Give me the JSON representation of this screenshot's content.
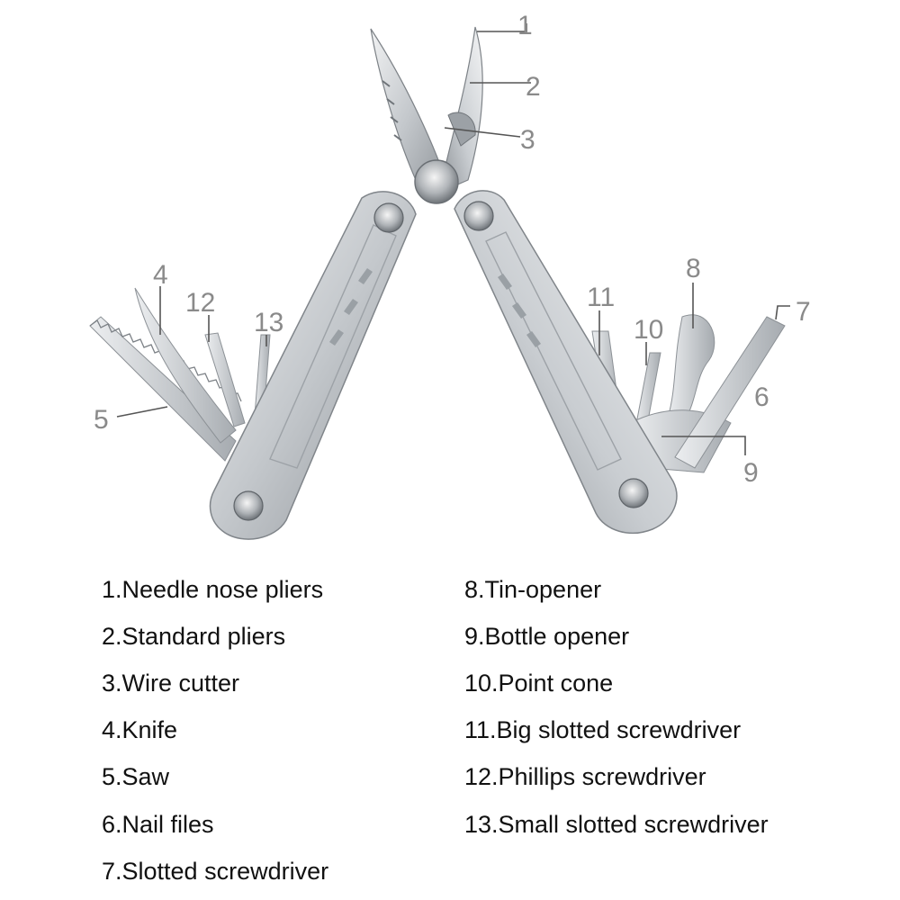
{
  "figure": {
    "callouts": [
      "1",
      "2",
      "3",
      "4",
      "5",
      "6",
      "7",
      "8",
      "9",
      "10",
      "11",
      "12",
      "13"
    ]
  },
  "legend": {
    "left_column": [
      "1.Needle nose pliers",
      "2.Standard pliers",
      "3.Wire cutter",
      "4.Knife",
      "5.Saw",
      "6.Nail files",
      "7.Slotted screwdriver"
    ],
    "right_column": [
      "8.Tin-opener",
      "9.Bottle opener",
      "10.Point cone",
      "11.Big slotted screwdriver",
      "12.Phillips screwdriver",
      "13.Small slotted screwdriver"
    ]
  },
  "colors": {
    "text": "#111111",
    "callout_text": "#8a8a8a",
    "steel_light": "#e4e6e8",
    "steel_mid": "#b9bdc1",
    "steel_dark": "#7d8287"
  }
}
